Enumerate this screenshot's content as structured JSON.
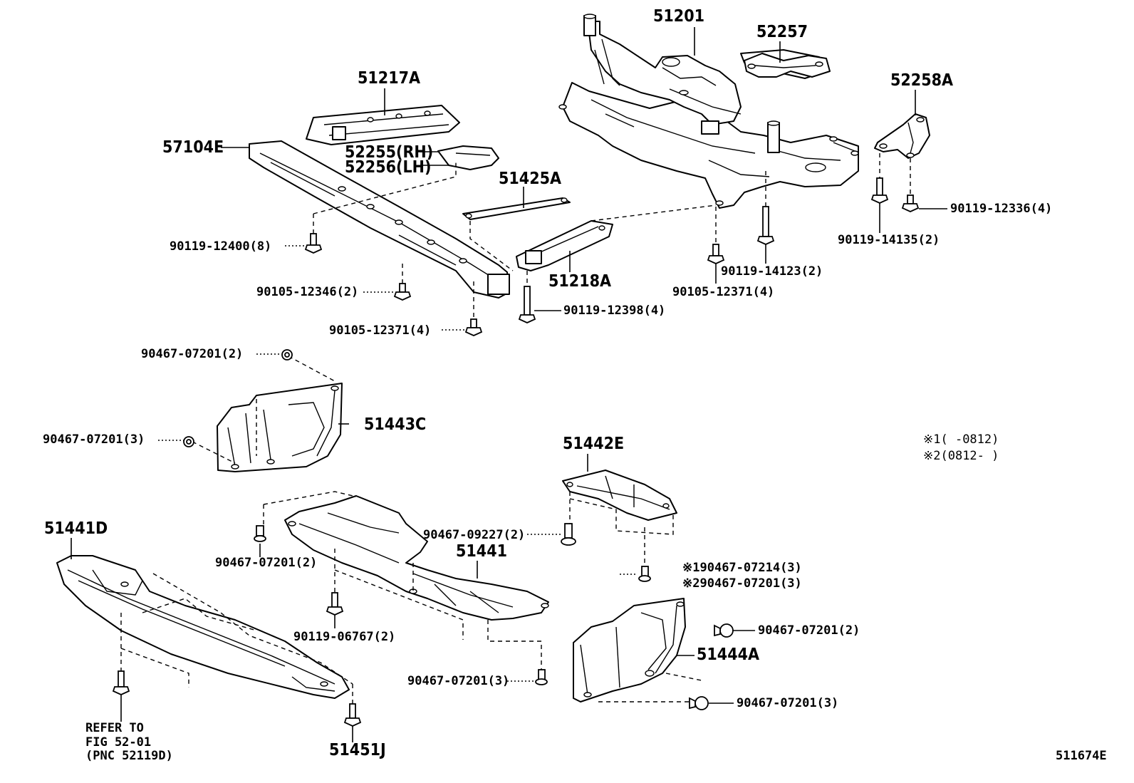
{
  "diagram": {
    "parts": [
      {
        "id": "p51201",
        "label": "51201"
      },
      {
        "id": "p52257",
        "label": "52257"
      },
      {
        "id": "p52258A",
        "label": "52258A"
      },
      {
        "id": "p51217A",
        "label": "51217A"
      },
      {
        "id": "p57104E",
        "label": "57104E"
      },
      {
        "id": "p52255",
        "label": "52255(RH)"
      },
      {
        "id": "p52256",
        "label": "52256(LH)"
      },
      {
        "id": "p51425A",
        "label": "51425A"
      },
      {
        "id": "p51218A",
        "label": "51218A"
      },
      {
        "id": "p51443C",
        "label": "51443C"
      },
      {
        "id": "p51442E",
        "label": "51442E"
      },
      {
        "id": "p51441D",
        "label": "51441D"
      },
      {
        "id": "p51441",
        "label": "51441"
      },
      {
        "id": "p51444A",
        "label": "51444A"
      },
      {
        "id": "p51451J",
        "label": "51451J"
      }
    ],
    "fasteners": [
      {
        "id": "f1",
        "label": "90119-12336(4)"
      },
      {
        "id": "f2",
        "label": "90119-14135(2)"
      },
      {
        "id": "f3",
        "label": "90119-12400(8)"
      },
      {
        "id": "f4",
        "label": "90119-14123(2)"
      },
      {
        "id": "f5",
        "label": "90105-12346(2)"
      },
      {
        "id": "f6",
        "label": "90105-12371(4)"
      },
      {
        "id": "f7",
        "label": "90119-12398(4)"
      },
      {
        "id": "f8",
        "label": "90105-12371(4)"
      },
      {
        "id": "f9",
        "label": "90467-07201(2)"
      },
      {
        "id": "f10",
        "label": "90467-07201(3)"
      },
      {
        "id": "f11",
        "label": "90467-09227(2)"
      },
      {
        "id": "f12",
        "label": "90467-07201(2)"
      },
      {
        "id": "f13",
        "label": "90467-07214(3)"
      },
      {
        "id": "f14",
        "label": "90467-07201(3)"
      },
      {
        "id": "f15",
        "label": "90467-07201(2)"
      },
      {
        "id": "f16",
        "label": "90119-06767(2)"
      },
      {
        "id": "f17",
        "label": "90467-07201(3)"
      },
      {
        "id": "f18",
        "label": "90467-07201(3)"
      }
    ],
    "notes": {
      "note1_mark": "※1",
      "note1_text": "(    -0812)",
      "note2_mark": "※2",
      "note2_text": "(0812-    )",
      "alt1_mark": "※1",
      "alt2_mark": "※2"
    },
    "reference": {
      "line1": "REFER TO",
      "line2": "FIG 52-01",
      "line3": "(PNC 52119D)"
    },
    "figure_id": "511674E"
  }
}
